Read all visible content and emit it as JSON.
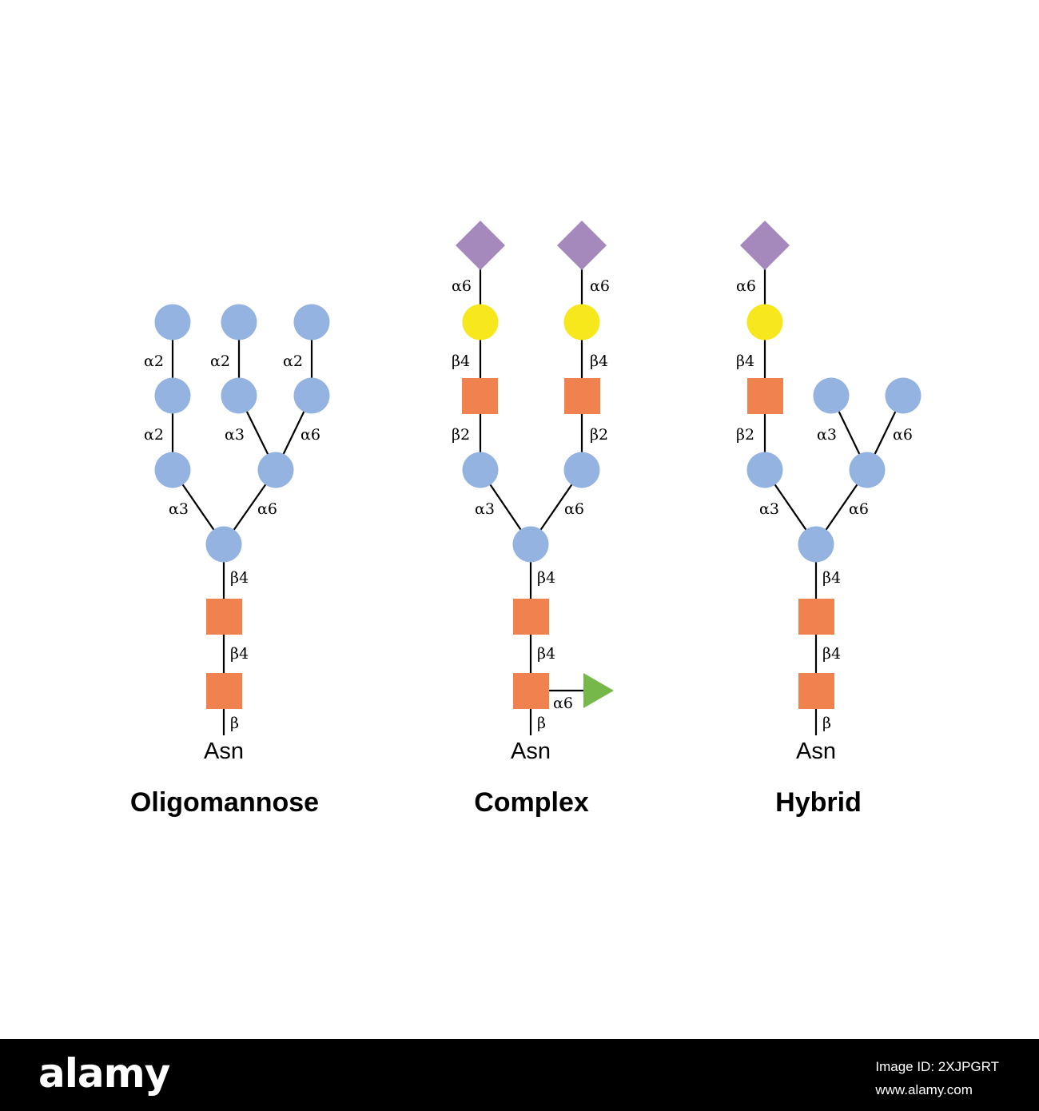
{
  "colors": {
    "mannose": "#94b3e0",
    "glcnac": "#f0824f",
    "galactose": "#f7e71d",
    "sialic_acid": "#a589bd",
    "fucose": "#77b84b"
  },
  "structures": [
    {
      "title": "Oligomannose",
      "root": "Asn",
      "links": [
        "α2",
        "α2",
        "α2",
        "α2",
        "α3",
        "α6",
        "α3",
        "α6",
        "β4",
        "β4",
        "β"
      ]
    },
    {
      "title": "Complex",
      "root": "Asn",
      "links": [
        "α6",
        "α6",
        "β4",
        "β4",
        "β2",
        "β2",
        "α3",
        "α6",
        "β4",
        "β4",
        "α6",
        "β"
      ]
    },
    {
      "title": "Hybrid",
      "root": "Asn",
      "links": [
        "α6",
        "β4",
        "β2",
        "α3",
        "α6",
        "α3",
        "α6",
        "β4",
        "β4",
        "β"
      ]
    }
  ],
  "footer": {
    "brand": "alamy",
    "image_id": "Image ID: 2XJPGRT",
    "site": "www.alamy.com"
  }
}
